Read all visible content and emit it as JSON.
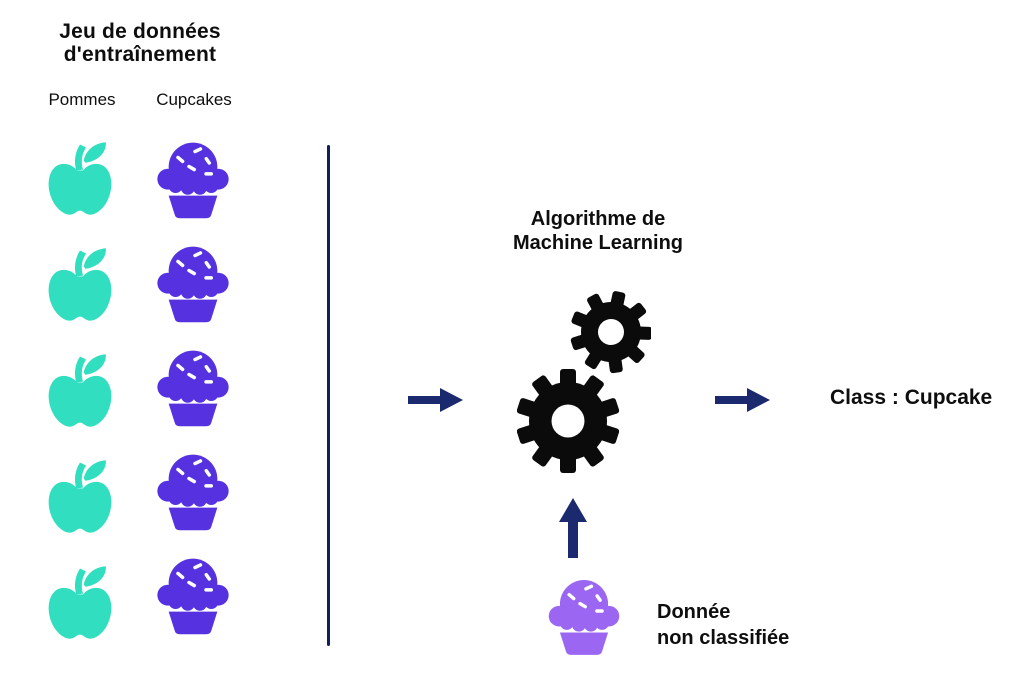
{
  "colors": {
    "apple": "#31debf",
    "cupcake": "#5531e0",
    "cupcake_unclassified": "#9b67f2",
    "arrow": "#1b2a6e",
    "divider": "#121f5a",
    "gear": "#0b0b0b"
  },
  "training": {
    "title": "Jeu de données\nd'entraînement",
    "columns": [
      {
        "label": "Pommes",
        "icon": "apple-icon",
        "count": 5
      },
      {
        "label": "Cupcakes",
        "icon": "cupcake-icon",
        "count": 5
      }
    ]
  },
  "pipeline": {
    "algorithm_label": "Algorithme de\nMachine Learning",
    "output_label": "Class : Cupcake",
    "input_label": "Donnée\nnon classifiée"
  }
}
